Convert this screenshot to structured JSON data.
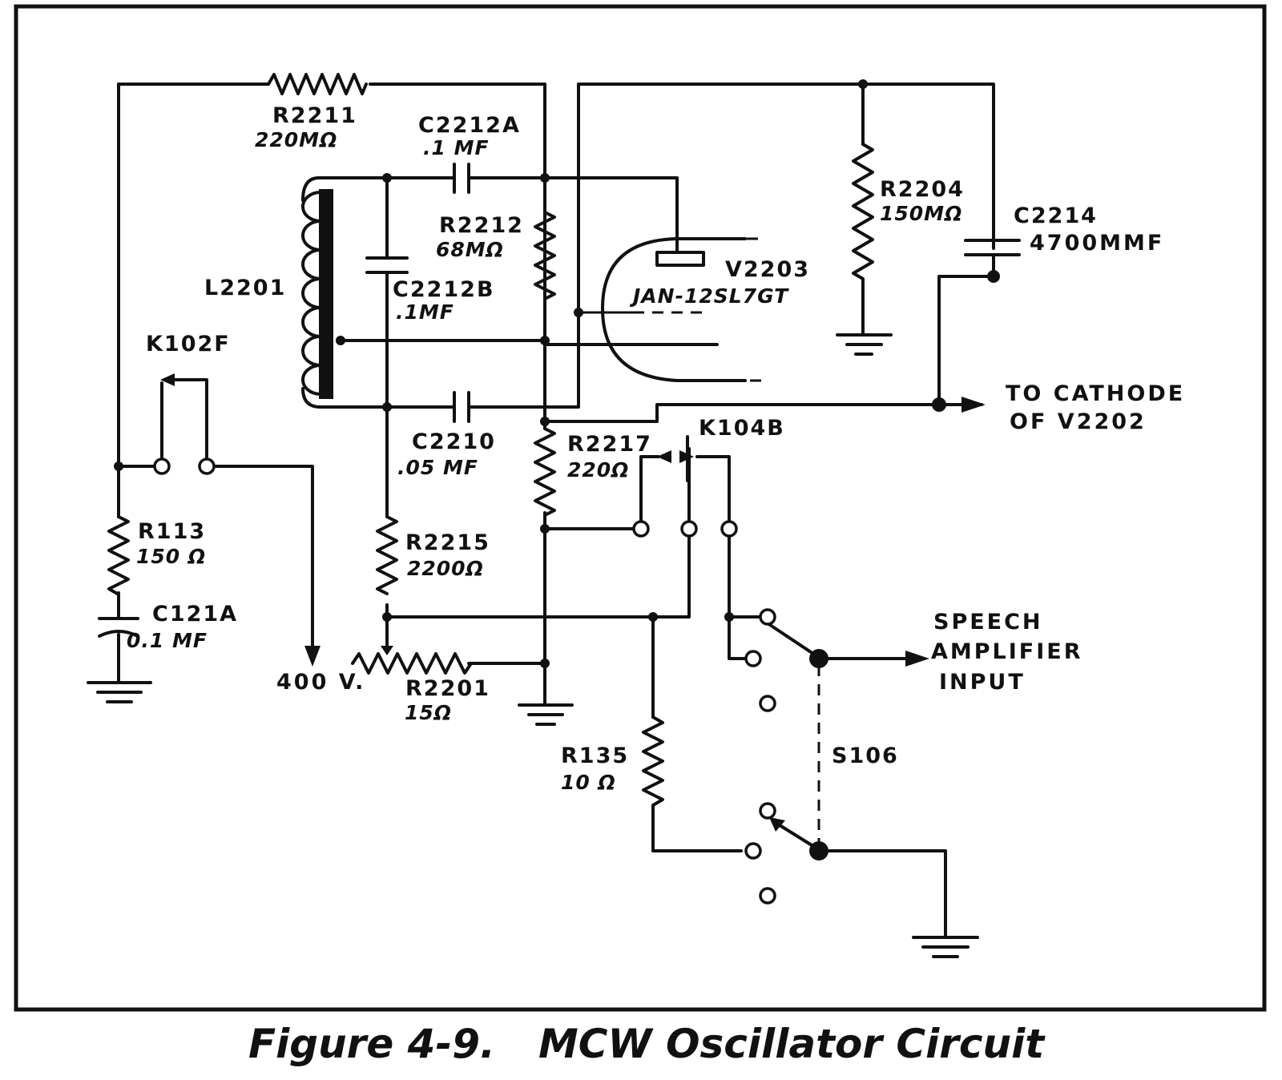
{
  "caption": {
    "figure_number": "Figure 4-9.",
    "title": "MCW Oscillator Circuit"
  },
  "components": {
    "r2211": {
      "ref": "R2211",
      "value": "220MΩ"
    },
    "c2212a": {
      "ref": "C2212A",
      "value": ".1 MF"
    },
    "r2212": {
      "ref": "R2212",
      "value": "68MΩ"
    },
    "c2212b": {
      "ref": "C2212B",
      "value": ".1MF"
    },
    "l2201": {
      "ref": "L2201"
    },
    "v2203": {
      "ref": "V2203",
      "value": "JAN-12SL7GT"
    },
    "r2204": {
      "ref": "R2204",
      "value": "150MΩ"
    },
    "c2214": {
      "ref": "C2214",
      "value": "4700MMF"
    },
    "k102f": {
      "ref": "K102F"
    },
    "c2210": {
      "ref": "C2210",
      "value": ".05 MF"
    },
    "r2217": {
      "ref": "R2217",
      "value": "220Ω"
    },
    "k104b": {
      "ref": "K104B"
    },
    "r113": {
      "ref": "R113",
      "value": "150 Ω"
    },
    "c121a": {
      "ref": "C121A",
      "value": "0.1 MF"
    },
    "r2215": {
      "ref": "R2215",
      "value": "2200Ω"
    },
    "r2201": {
      "ref": "R2201",
      "value": "15Ω"
    },
    "r135": {
      "ref": "R135",
      "value": "10 Ω"
    },
    "s106": {
      "ref": "S106"
    }
  },
  "notes": {
    "cathode_line1": "TO CATHODE",
    "cathode_line2": "OF V2202",
    "supply": "400 V.",
    "speech_line1": "SPEECH",
    "speech_line2": "AMPLIFIER",
    "speech_line3": "INPUT"
  }
}
